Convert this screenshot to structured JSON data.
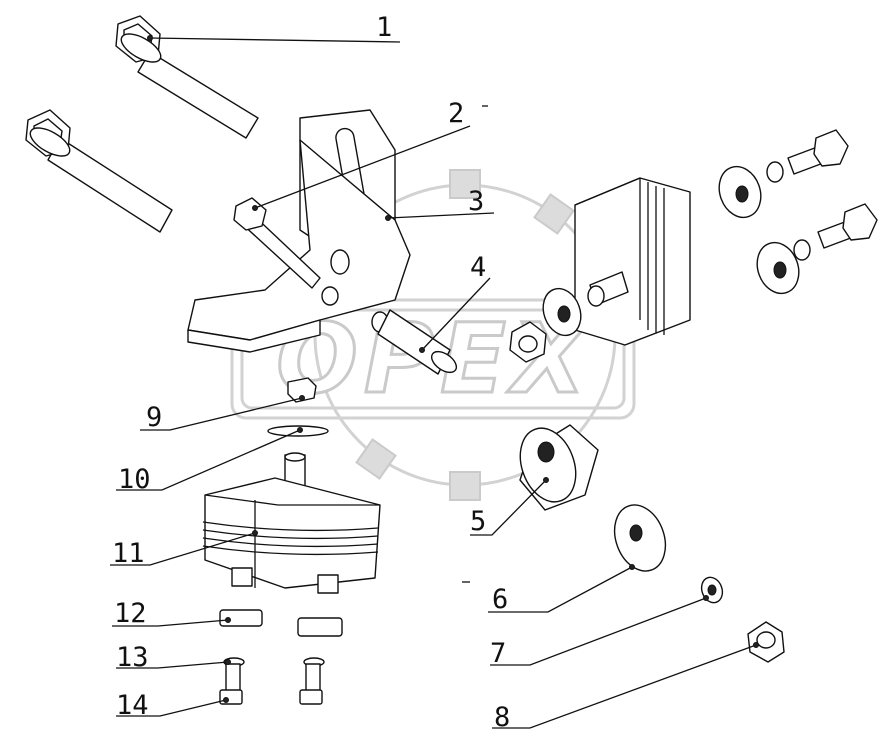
{
  "watermark": {
    "text": "OPEX",
    "color": "#c8c8c8"
  },
  "callouts": [
    {
      "id": "1",
      "label": "1"
    },
    {
      "id": "2",
      "label": "2"
    },
    {
      "id": "3",
      "label": "3"
    },
    {
      "id": "4",
      "label": "4"
    },
    {
      "id": "5",
      "label": "5"
    },
    {
      "id": "6",
      "label": "6"
    },
    {
      "id": "7",
      "label": "7"
    },
    {
      "id": "8",
      "label": "8"
    },
    {
      "id": "9",
      "label": "9"
    },
    {
      "id": "10",
      "label": "10"
    },
    {
      "id": "11",
      "label": "11"
    },
    {
      "id": "12",
      "label": "12"
    },
    {
      "id": "13",
      "label": "13"
    },
    {
      "id": "14",
      "label": "14"
    }
  ]
}
